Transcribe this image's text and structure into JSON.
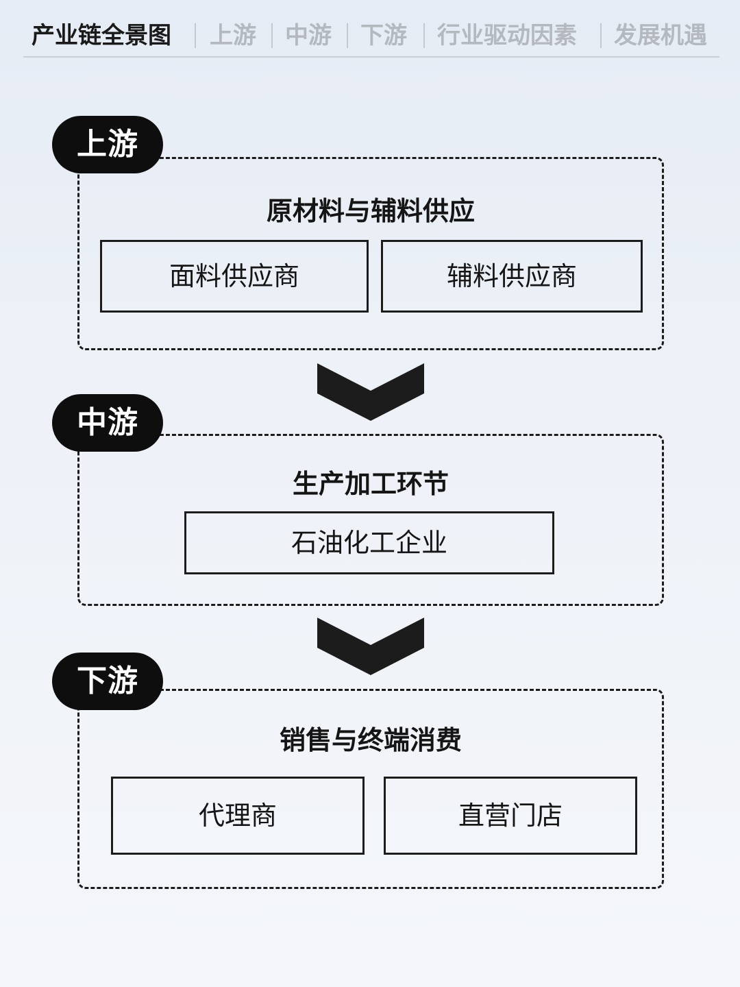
{
  "nav": {
    "items": [
      "产业链全景图",
      "上游",
      "中游",
      "下游",
      "行业驱动因素",
      "发展机遇"
    ],
    "active_index": 0
  },
  "stages": [
    {
      "badge": "上游",
      "title": "原材料与辅料供应",
      "nodes": [
        "面料供应商",
        "辅料供应商"
      ]
    },
    {
      "badge": "中游",
      "title": "生产加工环节",
      "nodes": [
        "石油化工企业"
      ]
    },
    {
      "badge": "下游",
      "title": "销售与终端消费",
      "nodes": [
        "代理商",
        "直营门店"
      ]
    }
  ],
  "colors": {
    "badge_bg": "#0e0e0e",
    "border": "#1c1c1c",
    "nav_active": "#1a1a1a",
    "nav_inactive": "#b4b8bf"
  },
  "icons": {
    "flow_arrow": "chevron-down-icon"
  }
}
